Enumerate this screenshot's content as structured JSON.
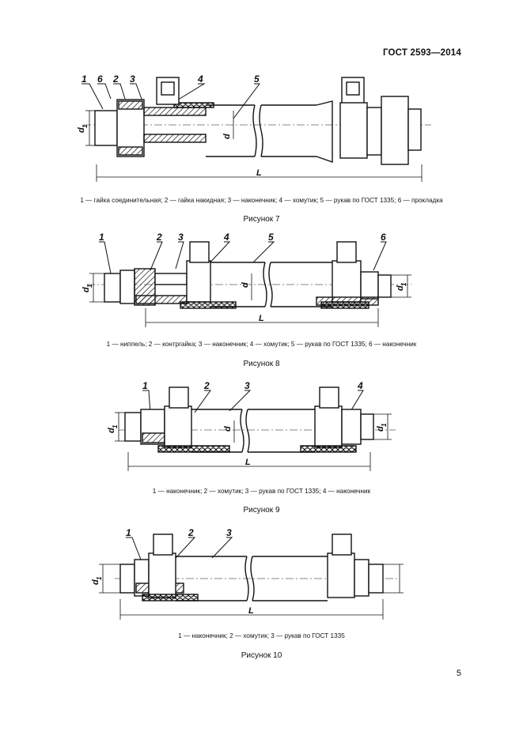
{
  "header": {
    "standard": "ГОСТ 2593—2014"
  },
  "figures": [
    {
      "labels": [
        "1",
        "6",
        "2",
        "3",
        "4",
        "5"
      ],
      "dims": {
        "d1": "d",
        "d1_sub": "1",
        "d": "d",
        "L": "L"
      },
      "legend": "1 — гайка соединительная; 2 — гайка накидная; 3 — наконечник; 4 — хомутик; 5 — рукав по ГОСТ 1335; 6 — прокладка",
      "caption": "Рисунок 7"
    },
    {
      "labels": [
        "1",
        "2",
        "3",
        "4",
        "5",
        "6"
      ],
      "dims": {
        "d1": "d",
        "d1_sub": "1",
        "d": "d",
        "L": "L"
      },
      "legend": "1 — ниппель; 2 — контргайка; 3 — наконечник; 4 — хомутик; 5 — рукав по ГОСТ 1335; 6 — наконечник",
      "caption": "Рисунок 8"
    },
    {
      "labels": [
        "1",
        "2",
        "3",
        "4"
      ],
      "dims": {
        "d1": "d",
        "d1_sub": "1",
        "d": "d",
        "L": "L"
      },
      "legend": "1 — наконечник; 2 — хомутик; 3 — рукав по ГОСТ 1335; 4 — наконечник",
      "caption": "Рисунок 9"
    },
    {
      "labels": [
        "1",
        "2",
        "3"
      ],
      "dims": {
        "d1": "d",
        "d1_sub": "1",
        "L": "L"
      },
      "legend": "1 — наконечник; 2 — хомутик; 3 — рукав по ГОСТ 1335",
      "caption": "Рисунок 10"
    }
  ],
  "page_number": "5"
}
